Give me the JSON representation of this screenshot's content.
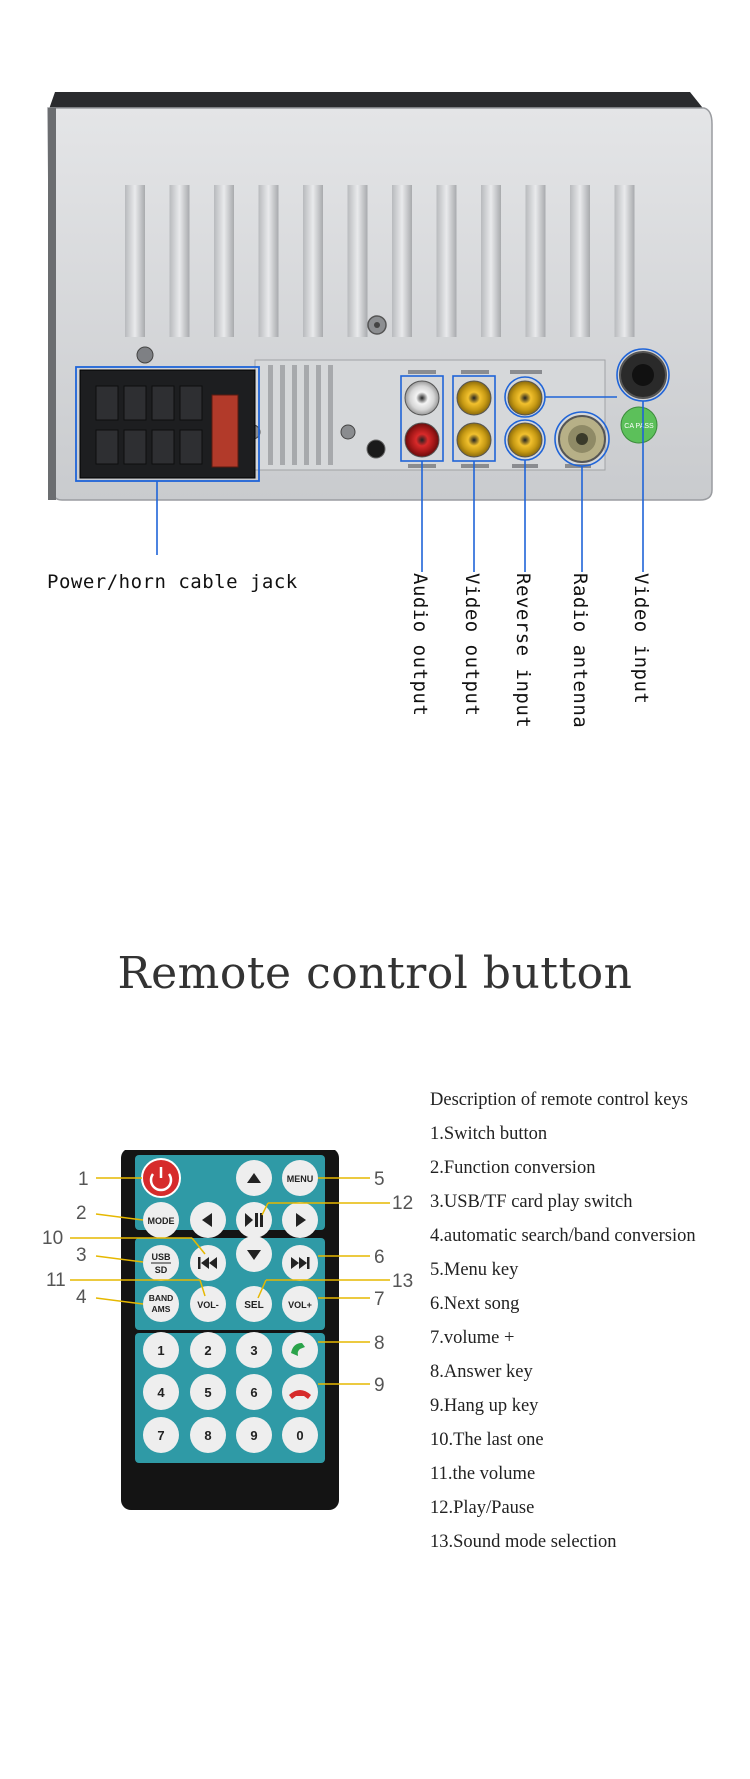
{
  "connector_labels": {
    "power": "Power/horn cable jack",
    "audio": "Audio output",
    "video_out": "Video output",
    "reverse": "Reverse input",
    "radio": "Radio antenna",
    "video_in": "Video input"
  },
  "unit_markings": {
    "ca_pass": "CA PASS"
  },
  "heading": "Remote control button",
  "description": {
    "title": "Description of remote control keys",
    "items": [
      "1.Switch button",
      "2.Function conversion",
      "3.USB/TF card play switch",
      "4.automatic search/band conversion",
      "5.Menu key",
      "6.Next song",
      "7.volume +",
      "8.Answer key",
      "9.Hang up key",
      "10.The last one",
      "11.the volume",
      "12.Play/Pause",
      "13.Sound mode selection"
    ]
  },
  "remote": {
    "callouts": [
      "1",
      "2",
      "3",
      "4",
      "5",
      "6",
      "7",
      "8",
      "9",
      "10",
      "11",
      "12",
      "13"
    ],
    "buttons": {
      "menu": "MENU",
      "mode": "MODE",
      "usb": "USB",
      "sd": "SD",
      "band": "BAND",
      "ams": "AMS",
      "vol_minus": "VOL-",
      "sel": "SEL",
      "vol_plus": "VOL+",
      "digits": [
        "1",
        "2",
        "3",
        "4",
        "5",
        "6",
        "7",
        "8",
        "9",
        "0"
      ]
    },
    "colors": {
      "body": "#141414",
      "panel": "#2f9aa6",
      "button": "#eeeeee",
      "power": "#d62b2b",
      "answer": "#2aa34a",
      "hangup": "#d62b2b",
      "leader": "#e6b800"
    }
  }
}
